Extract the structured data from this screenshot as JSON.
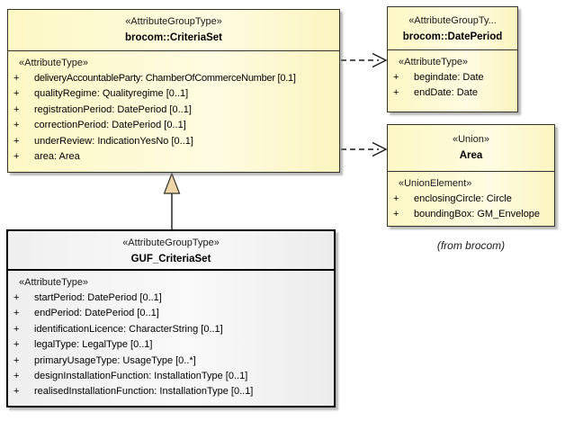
{
  "classes": {
    "criteria_set": {
      "stereotype": "«AttributeGroupType»",
      "name": "brocom::CriteriaSet",
      "section_label": "«AttributeType»",
      "attributes": [
        {
          "vis": "+",
          "text": "deliveryAccountableParty: ChamberOfCommerceNumber [0.1]"
        },
        {
          "vis": "+",
          "text": "qualityRegime: Qualityregime [0..1]"
        },
        {
          "vis": "+",
          "text": "registrationPeriod: DatePeriod [0..1]"
        },
        {
          "vis": "+",
          "text": "correctionPeriod: DatePeriod [0..1]"
        },
        {
          "vis": "+",
          "text": "underReview: IndicationYesNo [0..1]"
        },
        {
          "vis": "+",
          "text": "area: Area"
        }
      ]
    },
    "date_period": {
      "stereotype": "«AttributeGroupTy...",
      "name": "brocom::DatePeriod",
      "section_label": "«AttributeType»",
      "attributes": [
        {
          "vis": "+",
          "text": "begindate: Date"
        },
        {
          "vis": "+",
          "text": "endDate: Date"
        }
      ]
    },
    "area": {
      "stereotype": "«Union»",
      "name": "Area",
      "section_label": "«UnionElement»",
      "attributes": [
        {
          "vis": "+",
          "text": "enclosingCircle: Circle"
        },
        {
          "vis": "+",
          "text": "boundingBox: GM_Envelope"
        }
      ]
    },
    "guf_criteria_set": {
      "stereotype": "«AttributeGroupType»",
      "name": "GUF_CriteriaSet",
      "section_label": "«AttributeType»",
      "attributes": [
        {
          "vis": "+",
          "text": "startPeriod: DatePeriod [0..1]"
        },
        {
          "vis": "+",
          "text": "endPeriod: DatePeriod [0..1]"
        },
        {
          "vis": "+",
          "text": "identificationLicence: CharacterString [0..1]"
        },
        {
          "vis": "+",
          "text": "legalType: LegalType [0..1]"
        },
        {
          "vis": "+",
          "text": "primaryUsageType: UsageType [0..*]"
        },
        {
          "vis": "+",
          "text": "designInstallationFunction: InstallationType [0..1]"
        },
        {
          "vis": "+",
          "text": "realisedInstallationFunction: InstallationType [0..1]"
        }
      ]
    }
  },
  "note": "(from brocom)",
  "colors": {
    "box_fill": "#fdf8c4",
    "box_border": "#33332a",
    "generalization_fill": "#eed6a8",
    "shadow": "#7d7d7d",
    "connector": "#1a1a1a"
  }
}
